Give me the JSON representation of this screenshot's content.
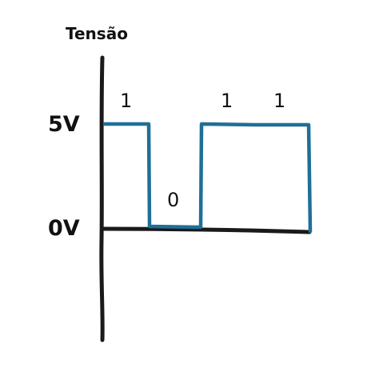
{
  "diagram": {
    "axis_title": "Tensão",
    "levels": {
      "high": "5V",
      "low": "0V"
    },
    "bits": [
      "1",
      "0",
      "1",
      "1"
    ],
    "colors": {
      "signal": "#1f6f96",
      "axis": "#1a1a1a",
      "text": "#111111"
    }
  }
}
